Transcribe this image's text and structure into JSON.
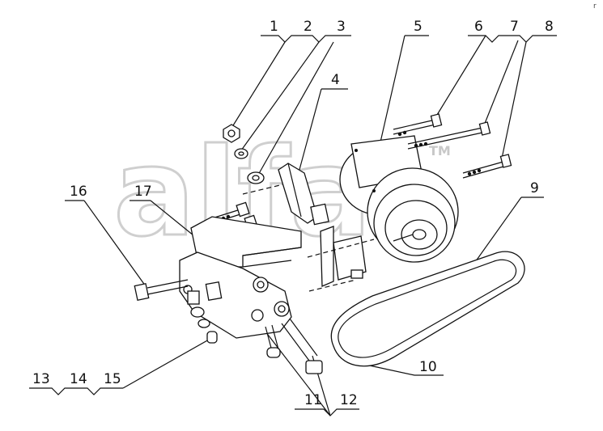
{
  "diagram": {
    "part_labels": [
      "1",
      "2",
      "3",
      "4",
      "5",
      "6",
      "7",
      "8",
      "9",
      "10",
      "11",
      "12",
      "13",
      "14",
      "15",
      "16",
      "17"
    ],
    "watermark": "alfa",
    "trademark": "TM",
    "corner_mark": "r"
  }
}
